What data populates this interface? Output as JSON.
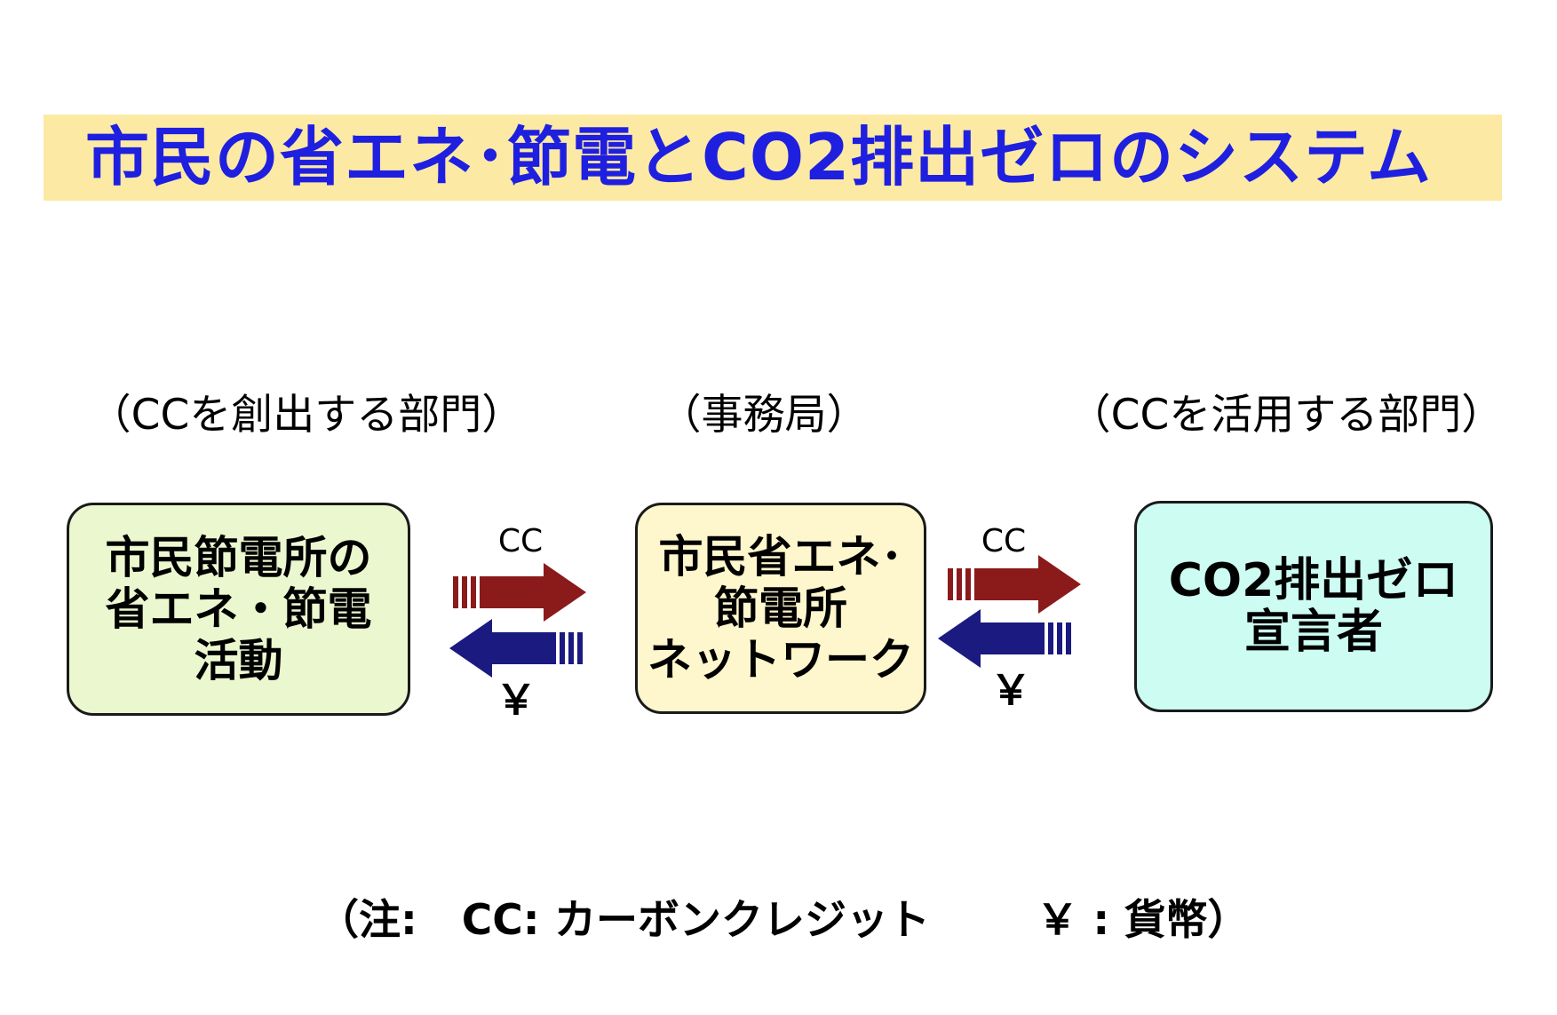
{
  "title": "市民の省エネ･節電とCO2排出ゼロのシステム",
  "sections": {
    "left": "（CCを創出する部門）",
    "center": "（事務局）",
    "right": "（CCを活用する部門）"
  },
  "boxes": {
    "left": {
      "lines": [
        "市民節電所の",
        "省エネ・節電",
        "活動"
      ]
    },
    "center": {
      "lines": [
        "市民省エネ･",
        "節電所",
        "ネットワーク"
      ]
    },
    "right": {
      "lines": [
        "CO2排出ゼロ",
        "宣言者"
      ]
    }
  },
  "flows": {
    "left": {
      "forward_label": "CC",
      "back_label": "￥"
    },
    "right": {
      "forward_label": "CC",
      "back_label": "￥"
    }
  },
  "note": {
    "open": "（注:",
    "cc": "CC: カーボンクレジット",
    "yen": "￥ : 貨幣）"
  },
  "colors": {
    "title_text": "#1f1fe0",
    "title_band": "#fce9a4",
    "arrow_forward": "#8b1a1a",
    "arrow_back": "#1a1a80",
    "box_left": "#ebf8cf",
    "box_center": "#fef6cc",
    "box_right": "#ccfcf2"
  },
  "icons": {
    "forward_arrow": "right-arrow-icon",
    "back_arrow": "left-arrow-icon"
  }
}
